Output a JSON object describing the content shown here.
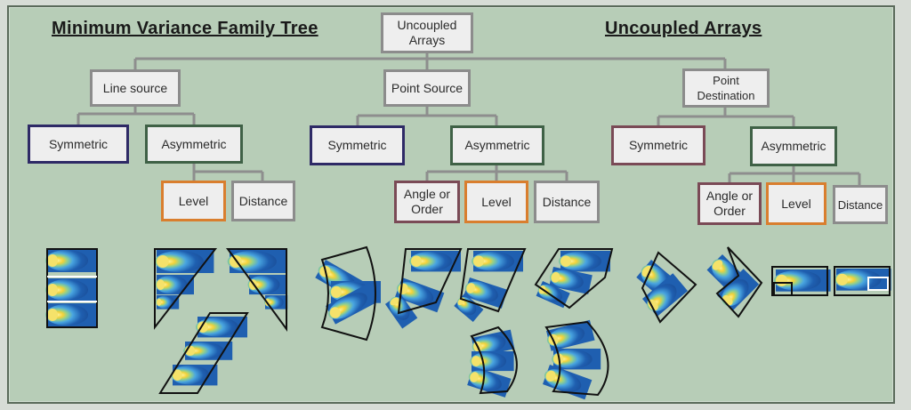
{
  "titles": {
    "left": "Minimum Variance Family Tree",
    "right": "Uncoupled Arrays"
  },
  "tree": {
    "root": "Uncoupled\nArrays",
    "line_source": {
      "label": "Line source",
      "symmetric": "Symmetric",
      "asymmetric": "Asymmetric",
      "level": "Level",
      "distance": "Distance"
    },
    "point_source": {
      "label": "Point Source",
      "symmetric": "Symmetric",
      "asymmetric": "Asymmetric",
      "angle_order": "Angle or\nOrder",
      "level": "Level",
      "distance": "Distance"
    },
    "point_destination": {
      "label": "Point\nDestination",
      "symmetric": "Symmetric",
      "asymmetric": "Asymmetric",
      "angle_order": "Angle or\nOrder",
      "level": "Level",
      "distance": "Distance"
    }
  },
  "colors": {
    "panel": "#b7cdb7",
    "box_fill": "#eeeeee",
    "border_gray": "#8c8c8c",
    "border_navy": "#2e2a66",
    "border_green": "#3f6146",
    "border_orange": "#d97e2e",
    "border_plum": "#7a4a56",
    "connector": "#8e8e8e",
    "array_blue": "#1f5fb0",
    "array_core": "#f2d23a"
  }
}
